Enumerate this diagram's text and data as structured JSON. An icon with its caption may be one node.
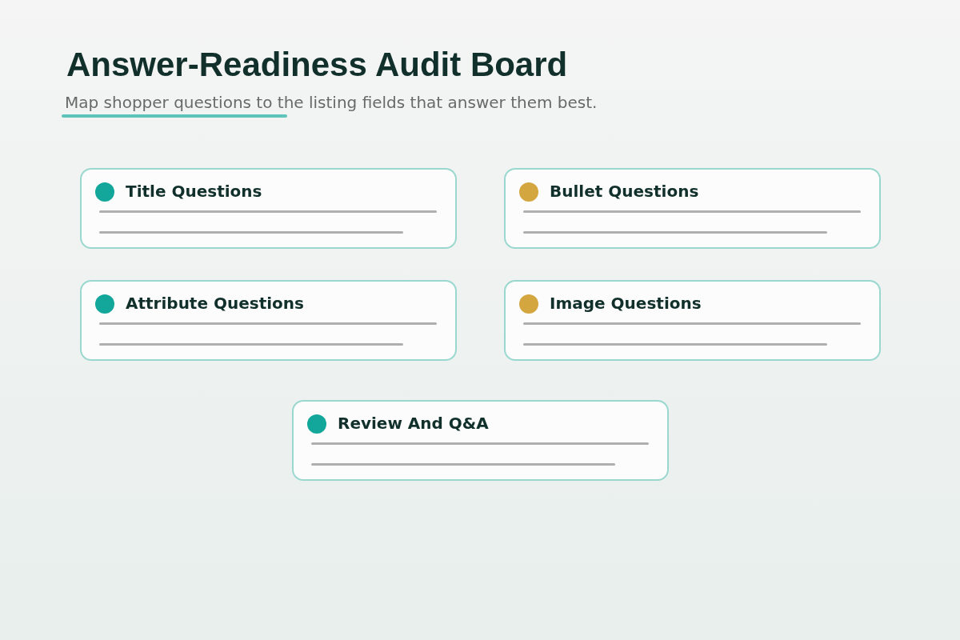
{
  "diagram": {
    "title": "Answer-Readiness Audit Board",
    "caption": "Map shopper questions to the listing fields that answer them best.",
    "nodes": [
      {
        "text": [
          "Title Questions"
        ]
      },
      {
        "text": [
          "Bullet Questions"
        ]
      },
      {
        "text": [
          "Attribute Questions"
        ]
      },
      {
        "text": [
          "Image Questions"
        ]
      },
      {
        "text": [
          "Review And Q&A"
        ]
      }
    ],
    "edges": []
  }
}
